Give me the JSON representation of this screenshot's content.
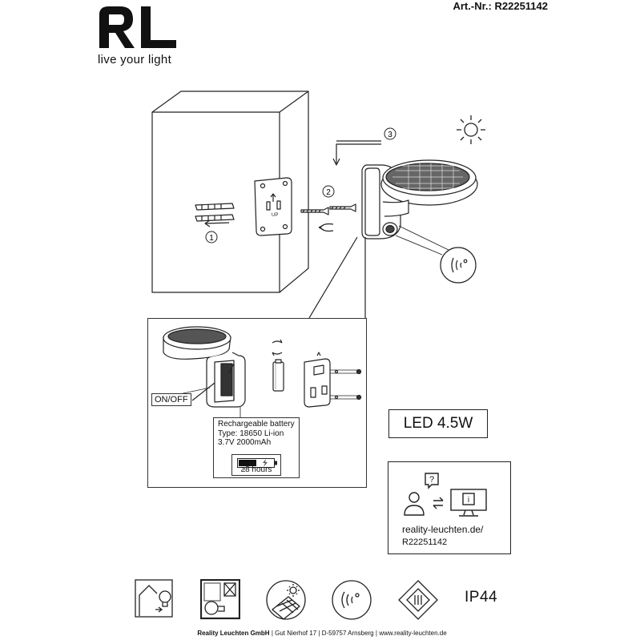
{
  "brand": {
    "logo_text": "RL",
    "tagline": "live your light"
  },
  "article": {
    "label": "Art.-Nr.: R22251142"
  },
  "steps": {
    "step1": "1",
    "step2": "2",
    "step3": "3"
  },
  "inset": {
    "onoff_label": "ON/OFF",
    "battery_title": "Rechargeable battery",
    "battery_type": "Type: 18650 Li-ion",
    "battery_spec": "3.7V 2000mAh",
    "battery_hours": "≥8 hours"
  },
  "led": {
    "label": "LED 4.5W"
  },
  "info": {
    "url_line1": "reality-leuchten.de/",
    "url_line2": "R22251142"
  },
  "icons": [
    {
      "name": "indoor-outdoor-icon"
    },
    {
      "name": "not-dimmable-icon"
    },
    {
      "name": "solar-panel-icon"
    },
    {
      "name": "motion-sensor-icon"
    },
    {
      "name": "protection-class-3-icon"
    },
    {
      "name": "ip-rating-icon",
      "label": "IP44"
    }
  ],
  "footer": {
    "company": "Reality Leuchten GmbH",
    "sep": "|",
    "address": "Gut Nierhof 17",
    "city": "D-59757 Arnsberg",
    "web": "www.reality-leuchten.de"
  }
}
